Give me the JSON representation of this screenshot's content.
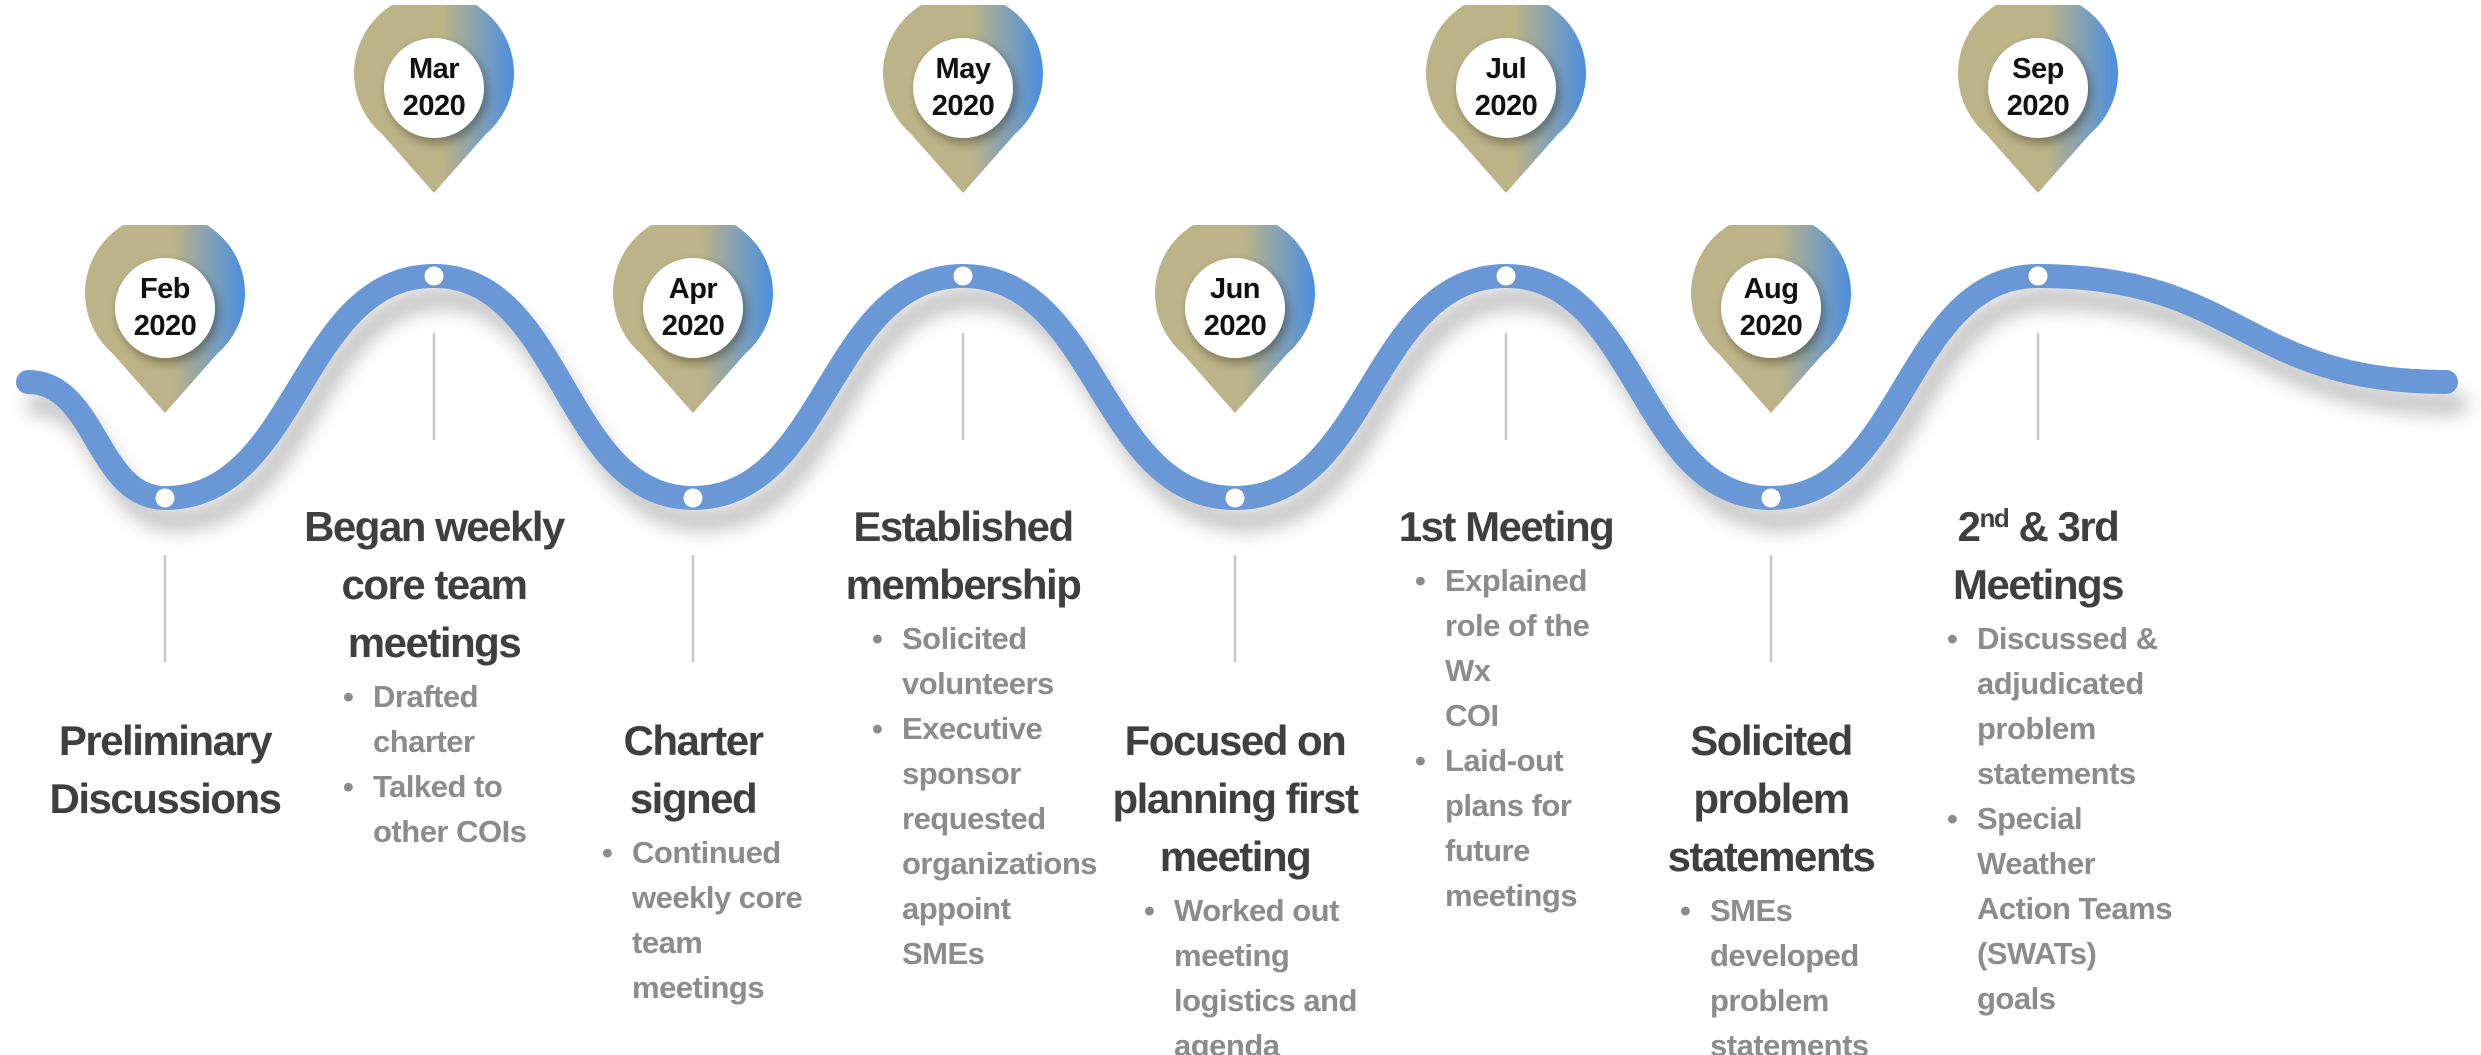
{
  "colors": {
    "wave": "#6a98d6",
    "connector": "#c8c8c8",
    "pin_gold": "#bdb388",
    "pin_blue": "#4a8fe0",
    "title": "#3f3f3f",
    "bullet": "#8c8c8c"
  },
  "milestones": [
    {
      "month": "Feb",
      "year": "2020",
      "title_lines": [
        "Preliminary",
        "Discussions"
      ],
      "bullets": []
    },
    {
      "month": "Mar",
      "year": "2020",
      "title_lines": [
        "Began weekly",
        "core team",
        "meetings"
      ],
      "bullets": [
        [
          "Drafted",
          "charter"
        ],
        [
          "Talked to",
          "other COIs"
        ]
      ]
    },
    {
      "month": "Apr",
      "year": "2020",
      "title_lines": [
        "Charter",
        "signed"
      ],
      "bullets": [
        [
          "Continued",
          "weekly core",
          "team",
          "meetings"
        ]
      ]
    },
    {
      "month": "May",
      "year": "2020",
      "title_lines": [
        "Established",
        "membership"
      ],
      "bullets": [
        [
          "Solicited",
          "volunteers"
        ],
        [
          "Executive",
          "sponsor",
          "requested",
          "organizations",
          "appoint",
          "SMEs"
        ]
      ]
    },
    {
      "month": "Jun",
      "year": "2020",
      "title_lines": [
        "Focused on",
        "planning first",
        "meeting"
      ],
      "bullets": [
        [
          "Worked out",
          "meeting",
          "logistics and",
          "agenda"
        ]
      ]
    },
    {
      "month": "Jul",
      "year": "2020",
      "title_lines": [
        "1st Meeting"
      ],
      "bullets": [
        [
          "Explained",
          "role of the Wx",
          "COI"
        ],
        [
          "Laid-out",
          "plans for",
          "future",
          "meetings"
        ]
      ]
    },
    {
      "month": "Aug",
      "year": "2020",
      "title_lines": [
        "Solicited",
        "problem",
        "statements"
      ],
      "bullets": [
        [
          "SMEs",
          "developed",
          "problem",
          "statements"
        ]
      ]
    },
    {
      "month": "Sep",
      "year": "2020",
      "title_sup_prefix": "2",
      "title_sup": "nd",
      "title_lines": [
        " & 3rd",
        "Meetings"
      ],
      "bullets": [
        [
          "Discussed &",
          "adjudicated",
          "problem",
          "statements"
        ],
        [
          "Special",
          "Weather",
          "Action Teams",
          "(SWATs)",
          "goals"
        ]
      ]
    }
  ]
}
